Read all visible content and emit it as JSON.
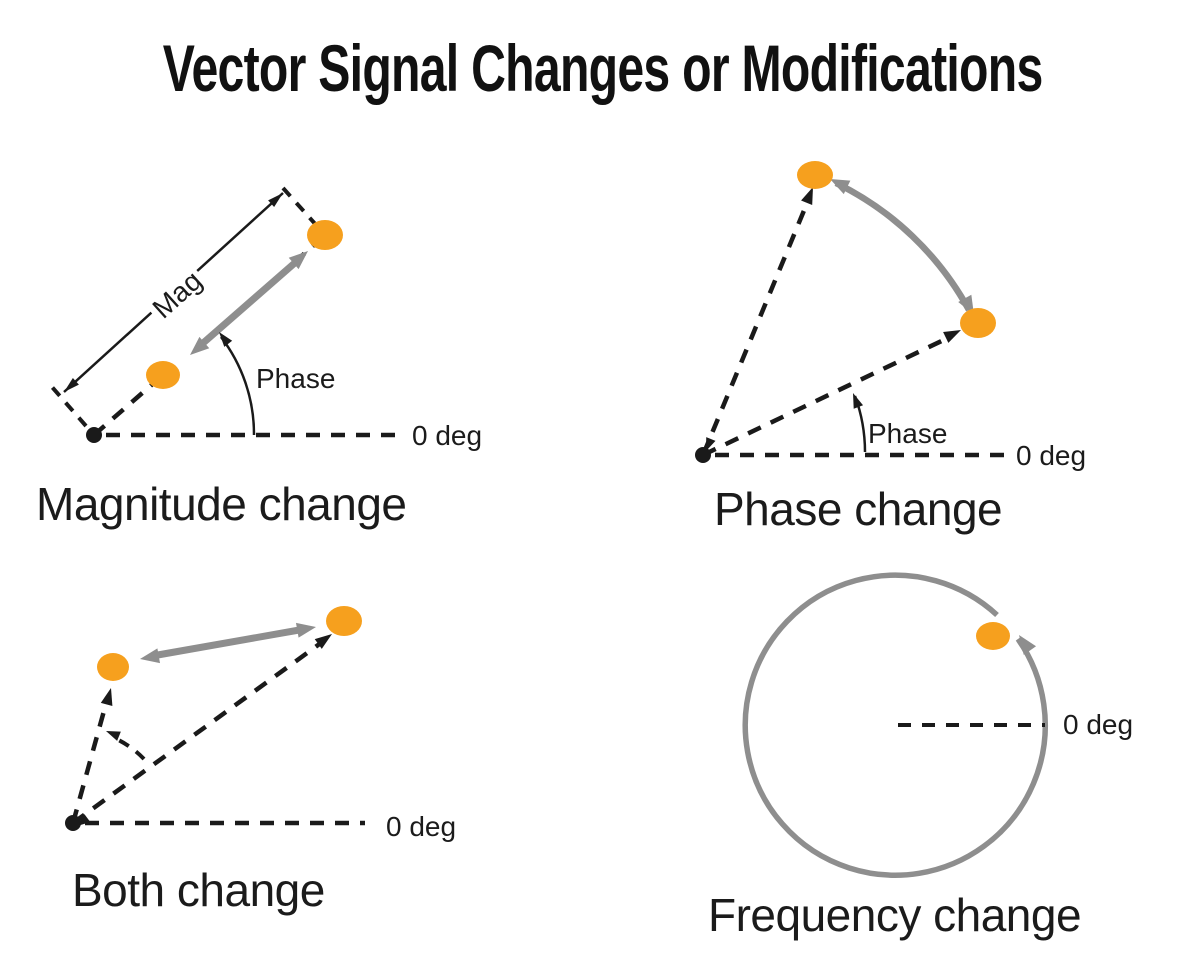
{
  "title": "Vector Signal Changes or Modifications",
  "colors": {
    "orange": "#F6A01E",
    "gray": "#8E8E8E",
    "black": "#1A1A1A"
  },
  "quadrants": {
    "magnitude": {
      "caption": "Magnitude change",
      "mag_label": "Mag",
      "phase_label": "Phase",
      "zero_label": "0 deg"
    },
    "phase": {
      "caption": "Phase change",
      "phase_label": "Phase",
      "zero_label": "0 deg"
    },
    "both": {
      "caption": "Both change",
      "zero_label": "0 deg"
    },
    "frequency": {
      "caption": "Frequency change",
      "zero_label": "0 deg"
    }
  }
}
